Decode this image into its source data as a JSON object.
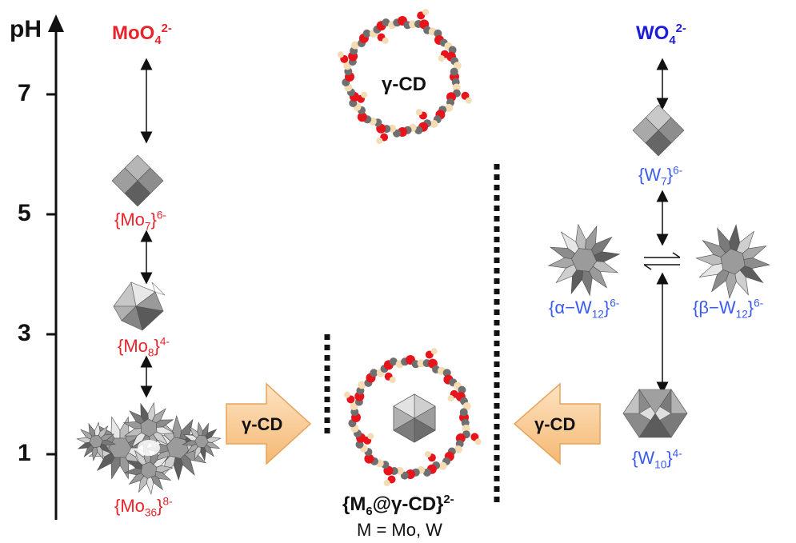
{
  "axis": {
    "label": "pH",
    "ticks": [
      "7",
      "5",
      "3",
      "1"
    ]
  },
  "molybdenum": {
    "top": {
      "base": "MoO",
      "sub": "4",
      "sup": "2-"
    },
    "mo7": {
      "open": "{Mo",
      "sub": "7",
      "close": "}",
      "sup": "6-"
    },
    "mo8": {
      "open": "{Mo",
      "sub": "8",
      "close": "}",
      "sup": "4-"
    },
    "mo36": {
      "open": "{Mo",
      "sub": "36",
      "close": "}",
      "sup": "8-"
    }
  },
  "tungsten": {
    "top": {
      "base": "WO",
      "sub": "4",
      "sup": "2-"
    },
    "w7": {
      "open": "{W",
      "sub": "7",
      "close": "}",
      "sup": "6-"
    },
    "alpha_w12": {
      "open": "{α−W",
      "sub": "12",
      "close": "}",
      "sup": "6-"
    },
    "beta_w12": {
      "open": "{β−W",
      "sub": "12",
      "close": "}",
      "sup": "6-"
    },
    "w10": {
      "open": "{W",
      "sub": "10",
      "close": "}",
      "sup": "4-"
    }
  },
  "cyclodextrin": {
    "label": "γ-CD"
  },
  "arrows": {
    "left_label": "γ-CD",
    "right_label": "γ-CD"
  },
  "product": {
    "open": "{M",
    "sub": "6",
    "rest": "@γ-CD}",
    "sup": "2-",
    "note": "M = Mo, W"
  },
  "colors": {
    "molybdenum": "#e8242b",
    "tungsten_dark": "#1c1cd9",
    "tungsten_light": "#3b5bef",
    "arrow_fill": "#f9c98f",
    "cd_oxygen": "#e8141b",
    "cd_carbon": "#6f6f6f",
    "cd_hydrogen": "#f4dcb5"
  }
}
